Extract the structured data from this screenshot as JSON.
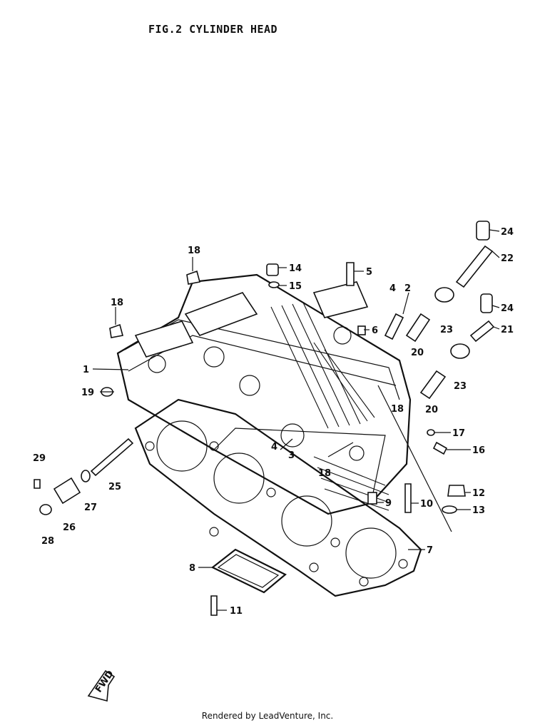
{
  "title": "FIG.2  CYLINDER HEAD",
  "footer": "Rendered by LeadVenture, Inc.",
  "fwd_label": "FWD",
  "callouts": [
    {
      "id": "1",
      "label": "1"
    },
    {
      "id": "2",
      "label": "2"
    },
    {
      "id": "3",
      "label": "3"
    },
    {
      "id": "4a",
      "label": "4"
    },
    {
      "id": "4b",
      "label": "4"
    },
    {
      "id": "5",
      "label": "5"
    },
    {
      "id": "6",
      "label": "6"
    },
    {
      "id": "7",
      "label": "7"
    },
    {
      "id": "8",
      "label": "8"
    },
    {
      "id": "9",
      "label": "9"
    },
    {
      "id": "10",
      "label": "10"
    },
    {
      "id": "11",
      "label": "11"
    },
    {
      "id": "12",
      "label": "12"
    },
    {
      "id": "13",
      "label": "13"
    },
    {
      "id": "14",
      "label": "14"
    },
    {
      "id": "15",
      "label": "15"
    },
    {
      "id": "16",
      "label": "16"
    },
    {
      "id": "17",
      "label": "17"
    },
    {
      "id": "18a",
      "label": "18"
    },
    {
      "id": "18b",
      "label": "18"
    },
    {
      "id": "18c",
      "label": "18"
    },
    {
      "id": "18d",
      "label": "18"
    },
    {
      "id": "19",
      "label": "19"
    },
    {
      "id": "20a",
      "label": "20"
    },
    {
      "id": "20b",
      "label": "20"
    },
    {
      "id": "21",
      "label": "21"
    },
    {
      "id": "22",
      "label": "22"
    },
    {
      "id": "23a",
      "label": "23"
    },
    {
      "id": "23b",
      "label": "23"
    },
    {
      "id": "24a",
      "label": "24"
    },
    {
      "id": "24b",
      "label": "24"
    },
    {
      "id": "25",
      "label": "25"
    },
    {
      "id": "26",
      "label": "26"
    },
    {
      "id": "27",
      "label": "27"
    },
    {
      "id": "28",
      "label": "28"
    },
    {
      "id": "29",
      "label": "29"
    }
  ]
}
